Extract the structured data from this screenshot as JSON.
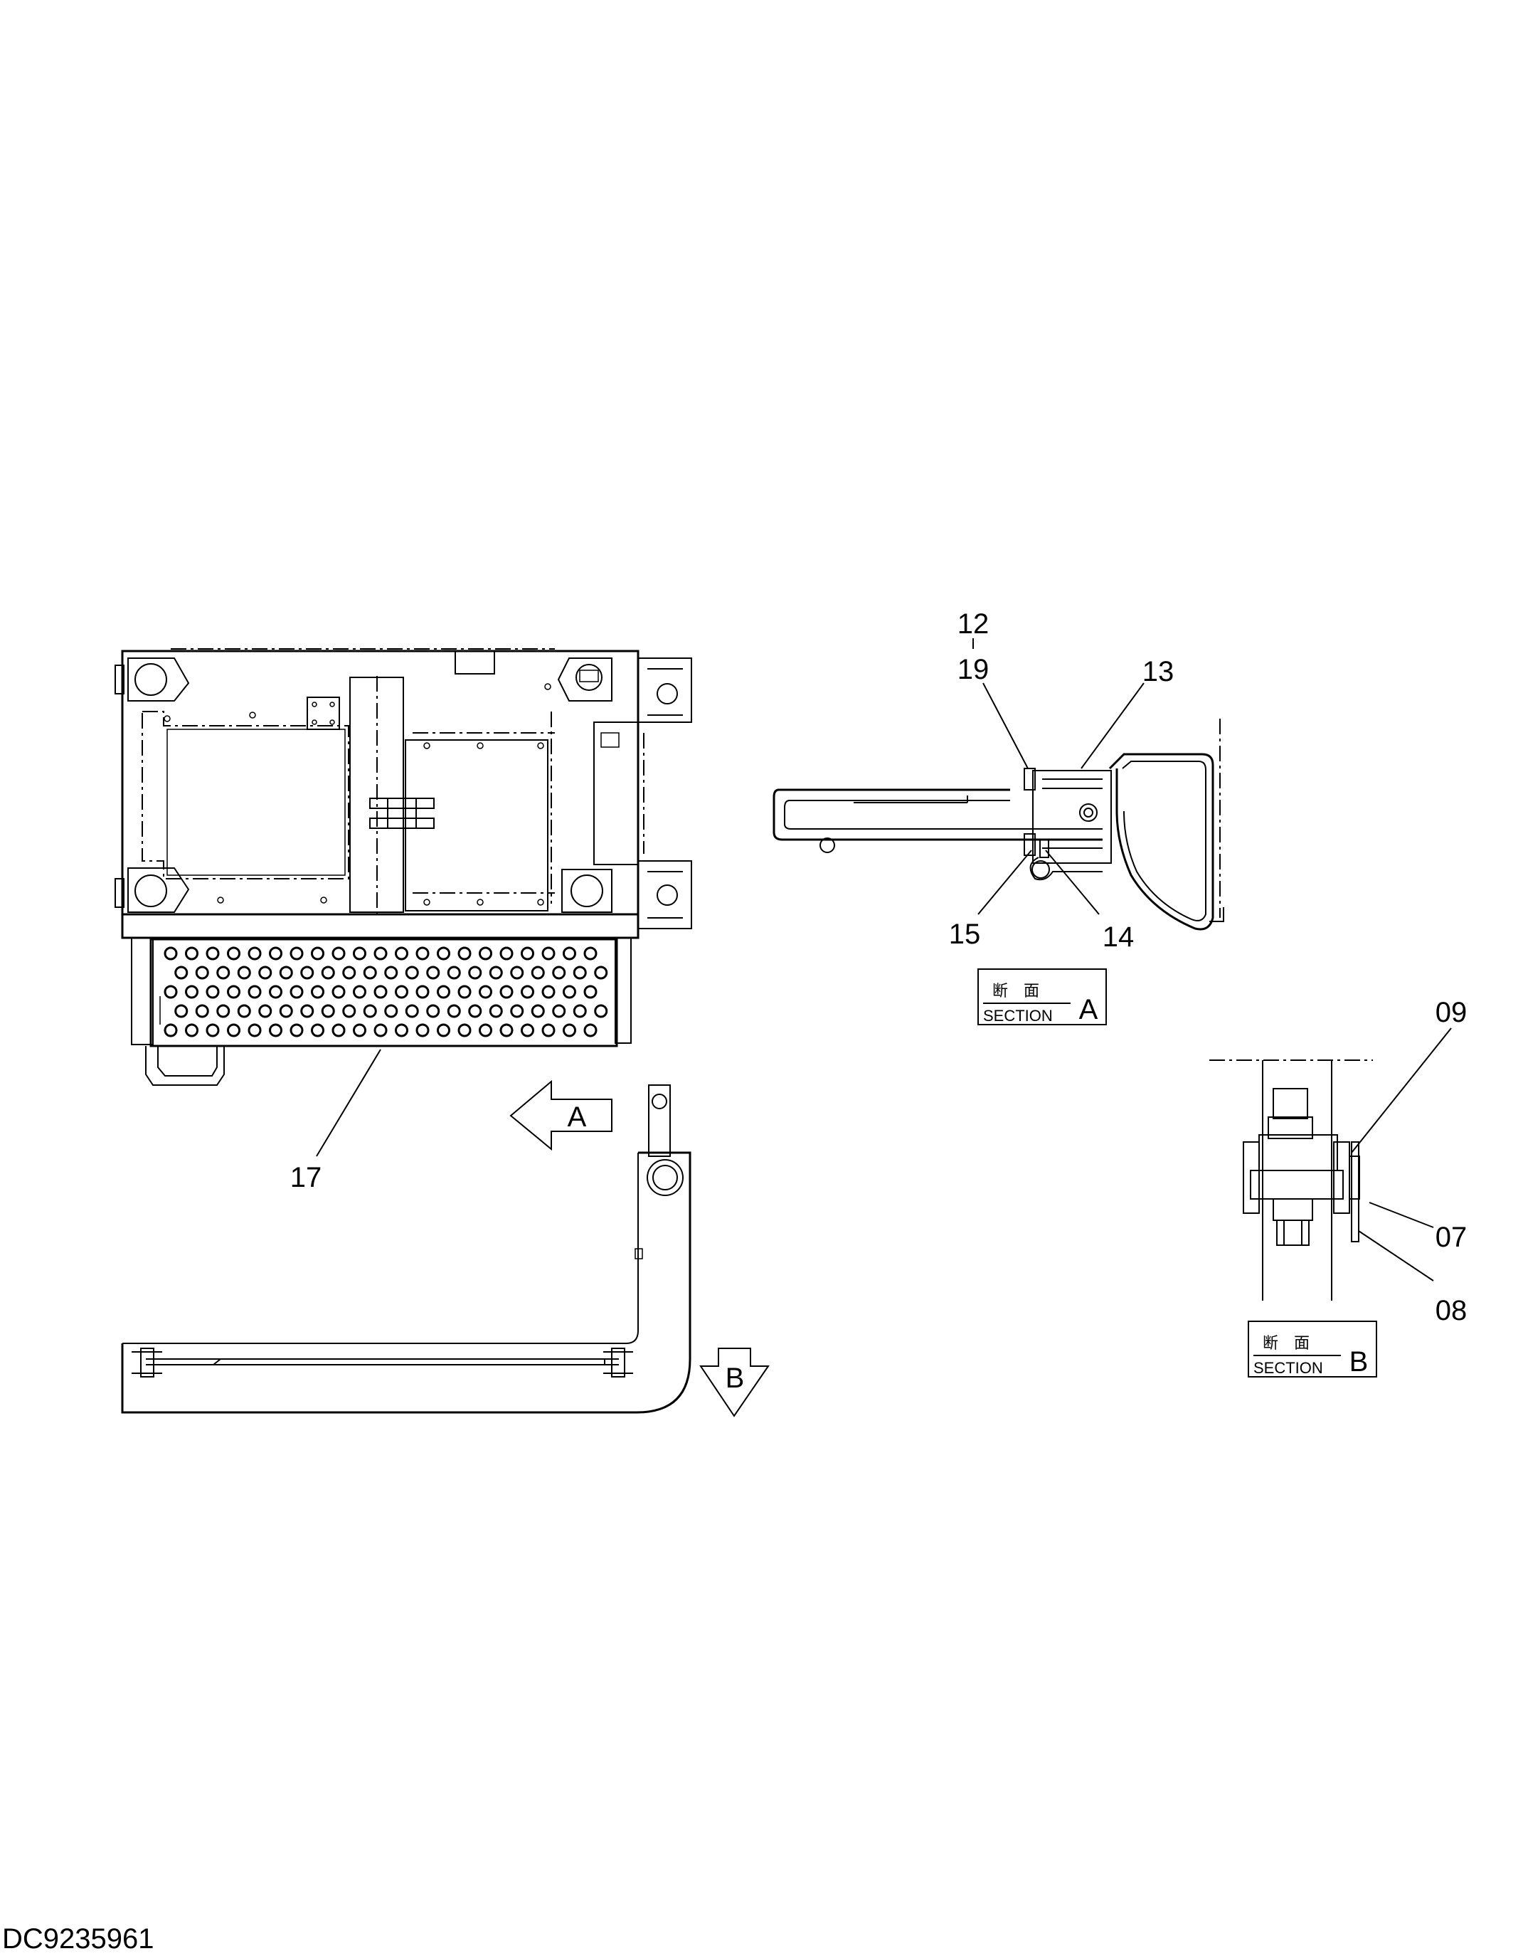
{
  "callouts": {
    "c12": "12",
    "c19": "19",
    "c13": "13",
    "c15": "15",
    "c14": "14",
    "c17": "17",
    "c09": "09",
    "c07": "07",
    "c08": "08"
  },
  "view_markers": {
    "a": "A",
    "b": "B"
  },
  "section_a": {
    "kanji": "断　面",
    "word": "SECTION",
    "letter": "A"
  },
  "section_b": {
    "kanji": "断　面",
    "word": "SECTION",
    "letter": "B"
  },
  "document_id": "DC9235961"
}
